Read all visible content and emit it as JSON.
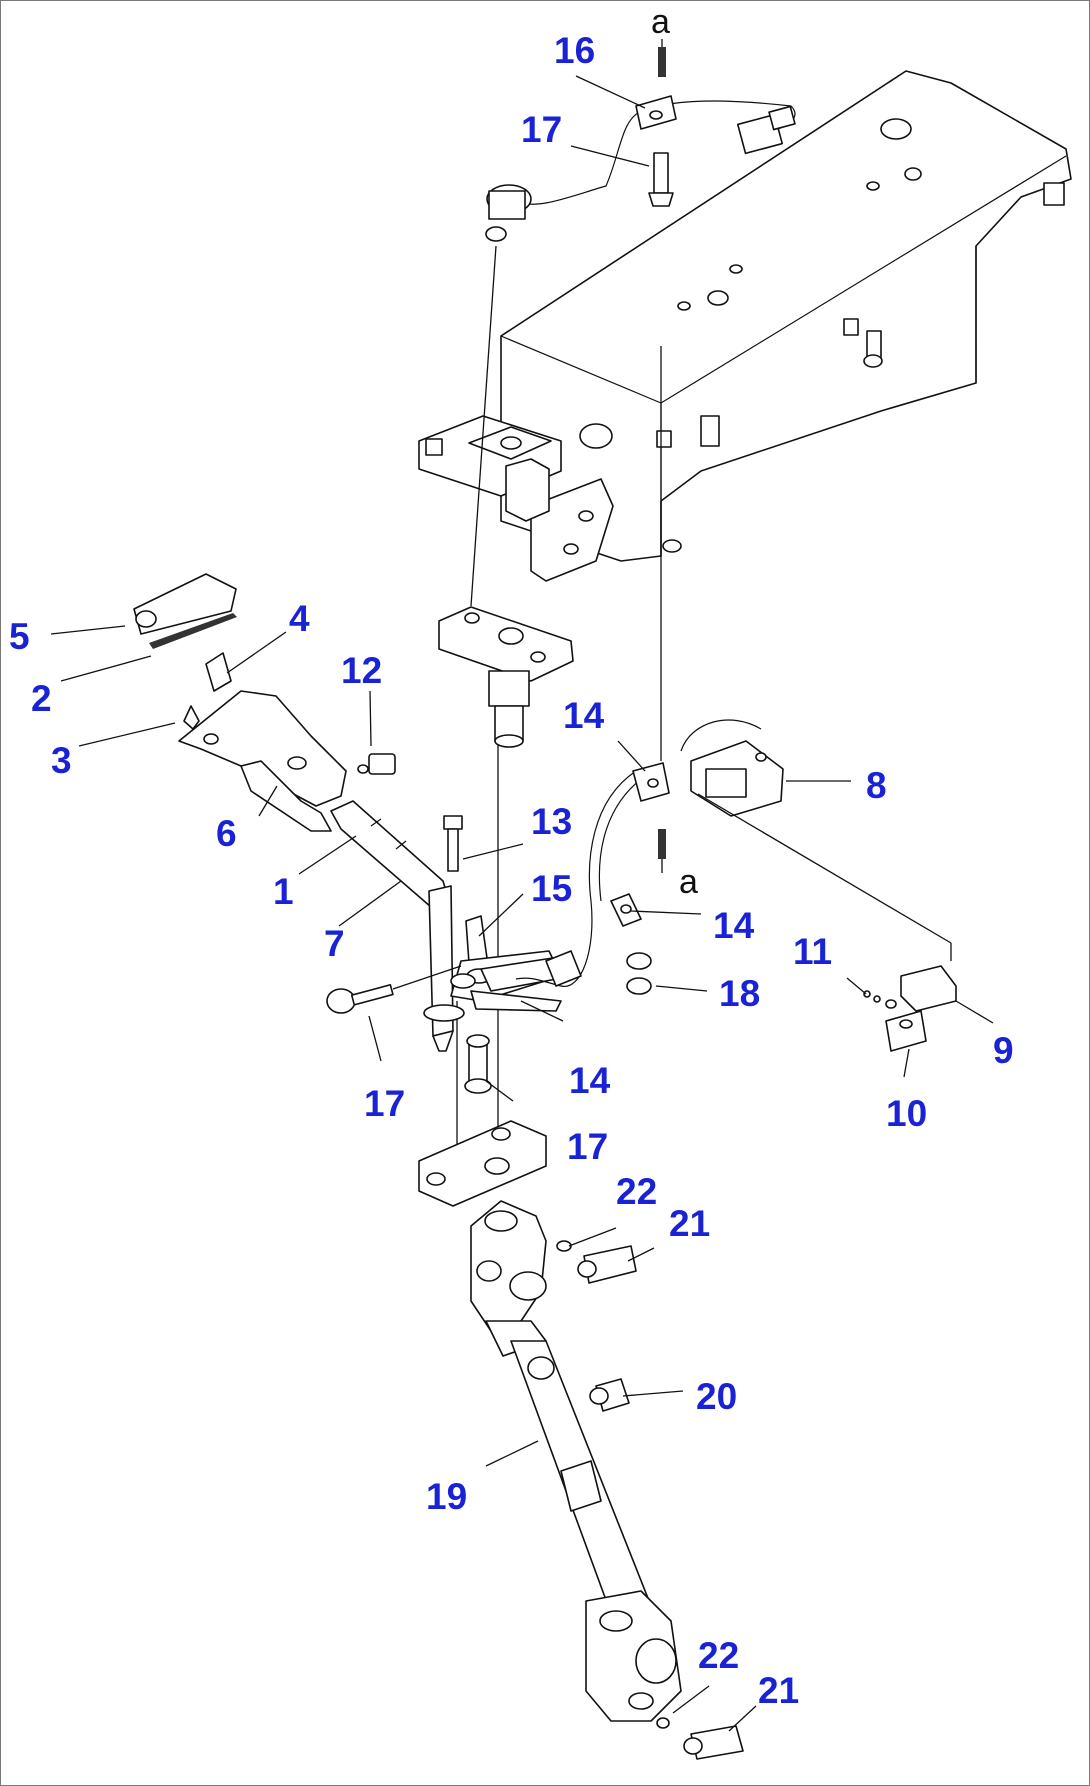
{
  "colors": {
    "callout": "#1a22d6",
    "line": "#111111",
    "background": "#ffffff",
    "frame": "#7a7a7a"
  },
  "callouts": {
    "p1": "1",
    "p2": "2",
    "p3": "3",
    "p4": "4",
    "p5": "5",
    "p6": "6",
    "p7": "7",
    "p8": "8",
    "p9": "9",
    "p10": "10",
    "p11": "11",
    "p12": "12",
    "p13": "13",
    "p14a": "14",
    "p14b": "14",
    "p14c": "14",
    "p15": "15",
    "p16": "16",
    "p17a": "17",
    "p17b": "17",
    "p17c": "17",
    "p18": "18",
    "p19": "19",
    "p20": "20",
    "p21a": "21",
    "p21b": "21",
    "p22a": "22",
    "p22b": "22"
  },
  "reference_marks": {
    "top": "a",
    "middle": "a"
  }
}
